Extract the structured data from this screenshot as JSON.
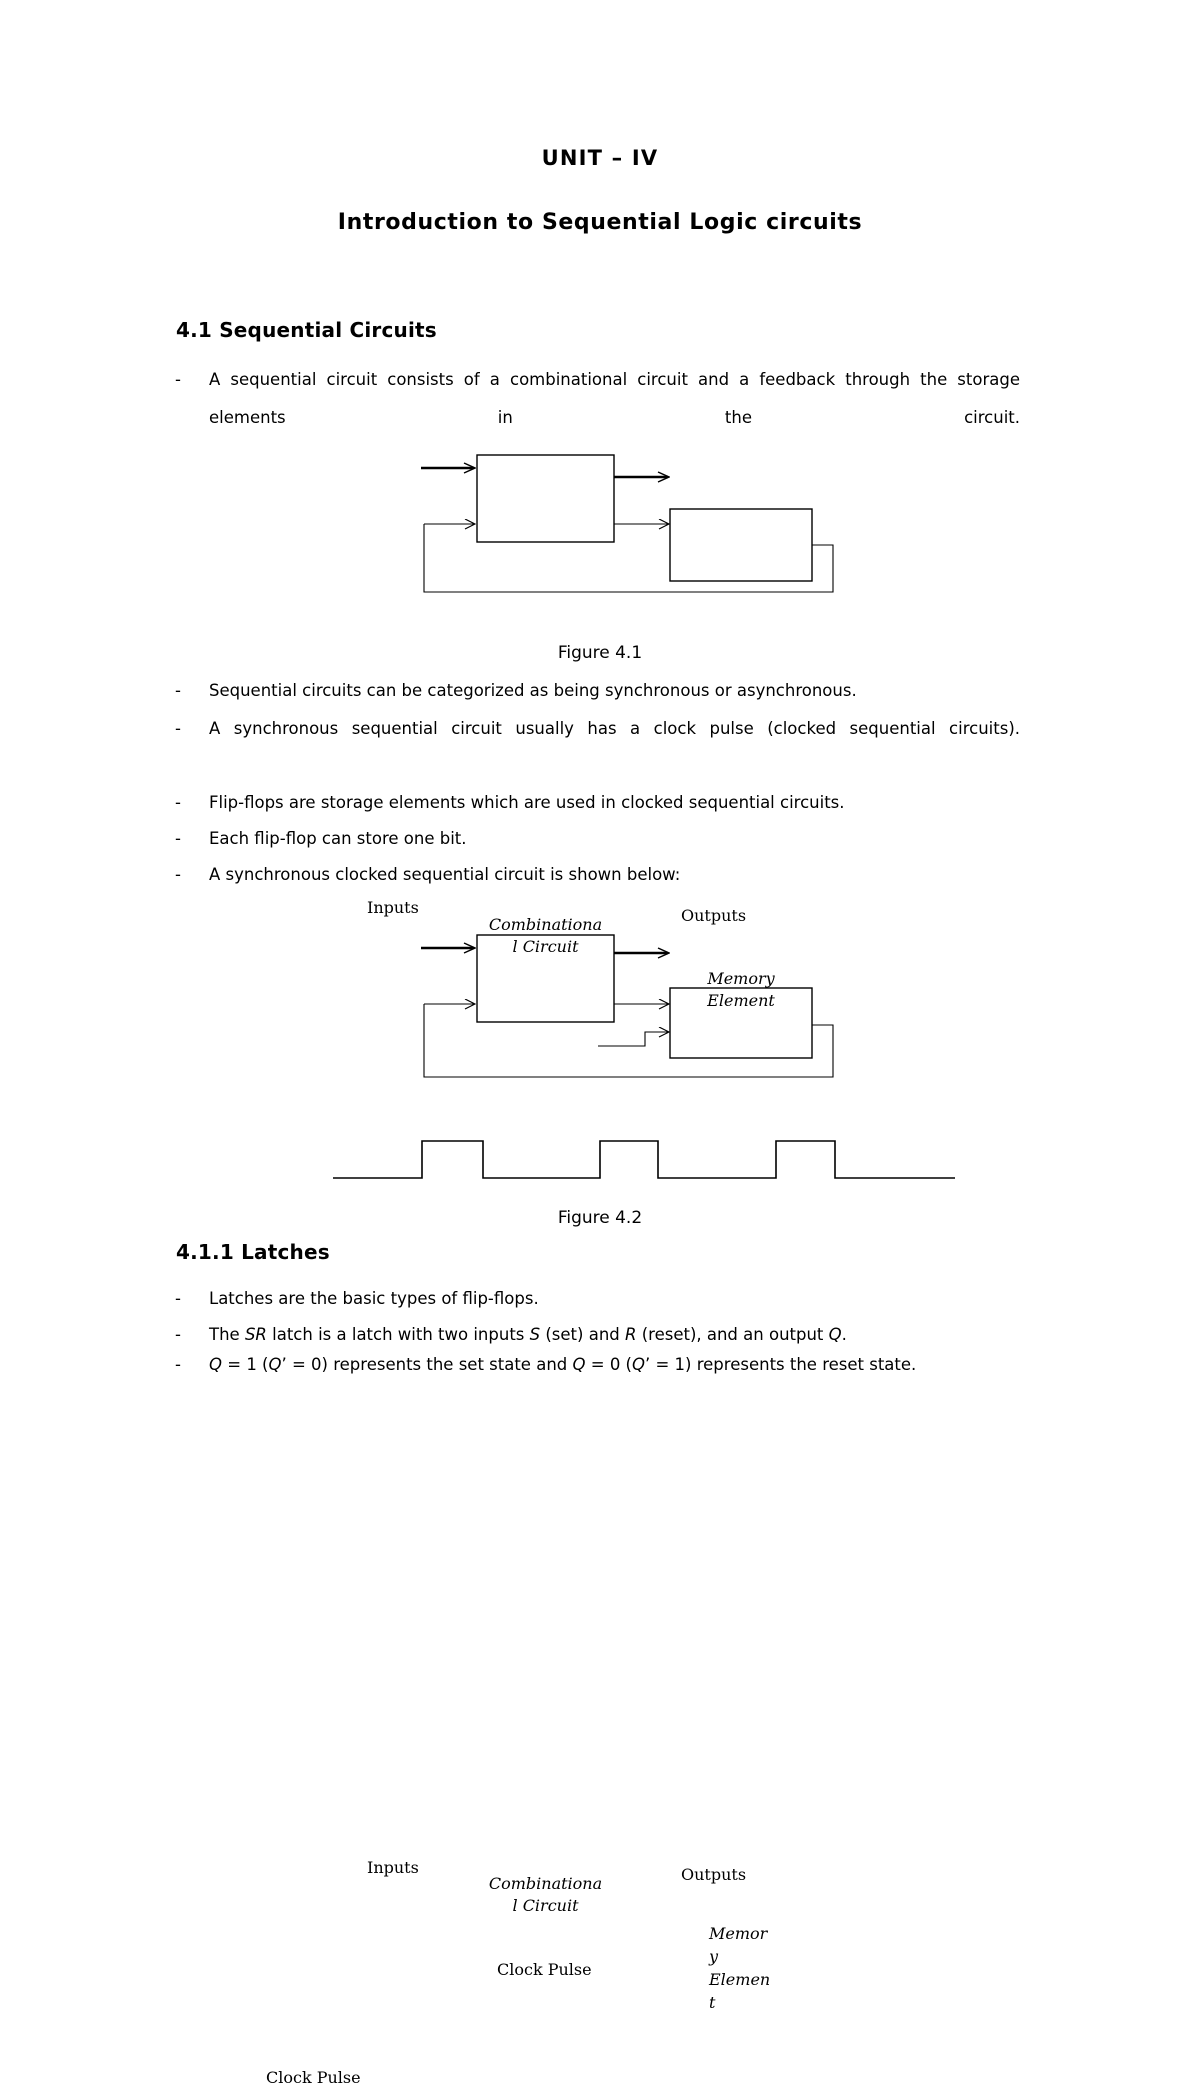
{
  "document": {
    "unit_title": "UNIT – IV",
    "subject_title": "Introduction to Sequential Logic circuits"
  },
  "sections": [
    {
      "heading": "4.1 Sequential Circuits",
      "bullets": [
        "A sequential circuit consists of a combinational circuit and a feedback through the storage elements in the circuit.",
        "Sequential circuits can be categorized as being synchronous or asynchronous.",
        "A synchronous sequential circuit usually has a clock pulse (clocked sequential circuits).",
        "Flip-flops are storage elements which are used in clocked sequential circuits.",
        "Each flip-flop can store one bit.",
        "A synchronous clocked sequential circuit is shown below:"
      ]
    },
    {
      "heading": "4.1.1 Latches",
      "bullets": [
        "Latches are the basic types of flip-flops.",
        "The SR latch is a latch with two inputs S (set) and R (reset), and an output Q.",
        "Q = 1 (Q' = 0) represents the set state and Q = 0 (Q' = 1) represents the reset state."
      ]
    }
  ],
  "figure_4_1": {
    "caption": "Figure 4.1",
    "inputs_label": "Inputs",
    "outputs_label": "Outputs",
    "combinational_label_line1": "Combinationa",
    "combinational_label_line2": "l Circuit",
    "memory_label_line1": "Memory",
    "memory_label_line2": "Element"
  },
  "figure_4_2": {
    "caption": "Figure 4.2",
    "inputs_label": "Inputs",
    "outputs_label": "Outputs",
    "clock_pulse_label": "Clock Pulse",
    "combinational_label_line1": "Combinationa",
    "combinational_label_line2": "l Circuit",
    "memory_label_line1": "Memor",
    "memory_label_line2": "y",
    "memory_label_line3": "Elemen",
    "memory_label_line4": "t",
    "waveform_label": "Clock Pulse"
  },
  "bullet_marker": "-",
  "colors": {
    "ink": "#000000",
    "paper": "#ffffff"
  }
}
